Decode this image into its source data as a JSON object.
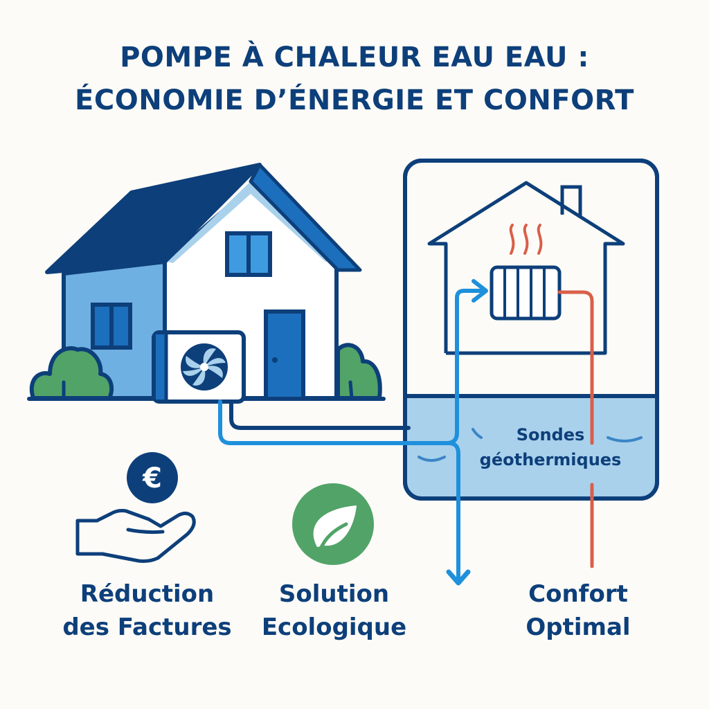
{
  "title": {
    "line1": "POMPE À CHALEUR EAU EAU :",
    "line2": "ÉCONOMIE D’ÉNERGIE ET CONFORT"
  },
  "diagram": {
    "ground_label_line1": "Sondes",
    "ground_label_line2": "géothermiques"
  },
  "benefits": [
    {
      "icon": "hand-euro-icon",
      "line1": "Réduction",
      "line2": "des Factures"
    },
    {
      "icon": "leaf-icon",
      "line1": "Solution",
      "line2": "Ecologique"
    },
    {
      "icon": "none",
      "line1": "Confort",
      "line2": "Optimal"
    }
  ],
  "colors": {
    "navy": "#0d3f7a",
    "light_blue": "#a9d1ec",
    "mid_blue": "#3f9be0",
    "pipe_blue": "#1e90dc",
    "pipe_red": "#d95f4a",
    "green": "#52a368",
    "background": "#fcfbf7"
  }
}
